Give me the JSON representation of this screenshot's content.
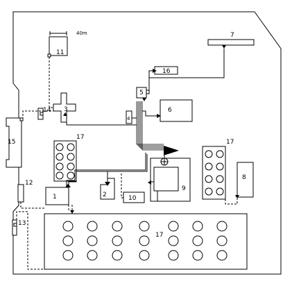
{
  "scale_label": "40m",
  "components": [
    {
      "id": "c1",
      "label": "1"
    },
    {
      "id": "c2",
      "label": "2"
    },
    {
      "id": "c3",
      "label": "3"
    },
    {
      "id": "c4",
      "label": "4"
    },
    {
      "id": "c5",
      "label": "5"
    },
    {
      "id": "c6",
      "label": "6"
    },
    {
      "id": "c7",
      "label": "7"
    },
    {
      "id": "c8",
      "label": "8"
    },
    {
      "id": "c9",
      "label": "9"
    },
    {
      "id": "c10",
      "label": "10"
    },
    {
      "id": "c11",
      "label": "11"
    },
    {
      "id": "c12",
      "label": "12"
    },
    {
      "id": "c13",
      "label": "13"
    },
    {
      "id": "c14",
      "label": "14"
    },
    {
      "id": "c15",
      "label": "15"
    },
    {
      "id": "c16",
      "label": "16"
    },
    {
      "id": "c17a",
      "label": "17"
    },
    {
      "id": "c17b",
      "label": "17"
    },
    {
      "id": "c17c",
      "label": "17"
    }
  ]
}
